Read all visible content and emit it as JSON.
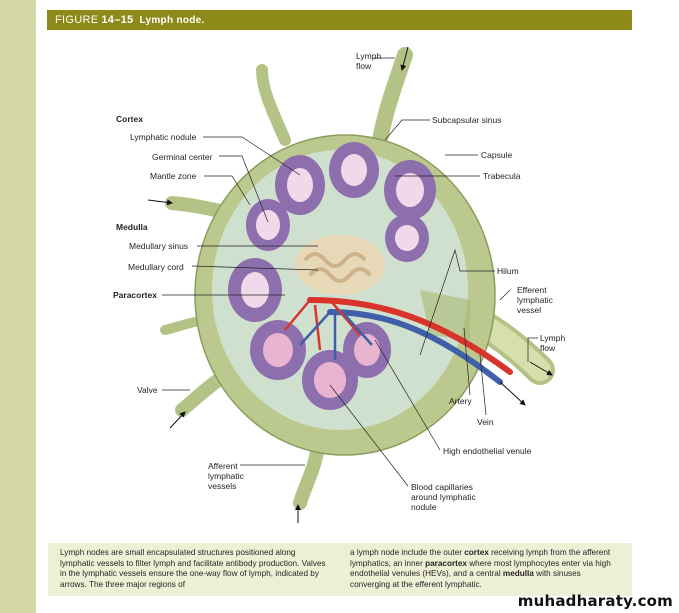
{
  "header": {
    "figure_prefix": "FIGURE",
    "figure_number": "14–15",
    "title": "Lymph node."
  },
  "labels": {
    "lymph_flow_top": "Lymph flow",
    "cortex": "Cortex",
    "lymphatic_nodule": "Lymphatic nodule",
    "germinal_center": "Germinal center",
    "mantle_zone": "Mantle zone",
    "medulla": "Medulla",
    "medullary_sinus": "Medullary sinus",
    "medullary_cord": "Medullary cord",
    "paracortex": "Paracortex",
    "valve": "Valve",
    "afferent_vessels": "Afferent lymphatic vessels",
    "subcapsular_sinus": "Subcapsular sinus",
    "capsule": "Capsule",
    "trabecula": "Trabecula",
    "hilum": "Hilum",
    "efferent_vessel": "Efferent lymphatic vessel",
    "lymph_flow_right": "Lymph flow",
    "artery": "Artery",
    "vein": "Vein",
    "hev": "High endothelial venule",
    "blood_capillaries": "Blood capillaries around lymphatic nodule"
  },
  "caption": {
    "col1_before": "Lymph nodes are small encapsulated structures positioned along lymphatic vessels to filter lymph and facilitate antibody production. Valves in the lymphatic vessels ensure the one-way flow of lymph, indicated by arrows. The three major regions of",
    "col2_a": "a lymph node include the outer ",
    "col2_cortex": "cortex",
    "col2_b": " receiving lymph from the afferent lymphatics, an inner ",
    "col2_paracortex": "paracortex",
    "col2_c": " where most lymphocytes enter via high endothelial venules (HEVs), and a central ",
    "col2_medulla": "medulla",
    "col2_d": " with sinuses converging at the efferent lymphatic."
  },
  "watermark": "muhadharaty.com",
  "colors": {
    "header_bg": "#8d8a1a",
    "capsule": "#c9d3a0",
    "nodule": "#8e6fae",
    "germinal": "#f0d9e8",
    "artery": "#d8342c",
    "vein": "#3f5fa8",
    "sinus": "#b9d3e0"
  }
}
